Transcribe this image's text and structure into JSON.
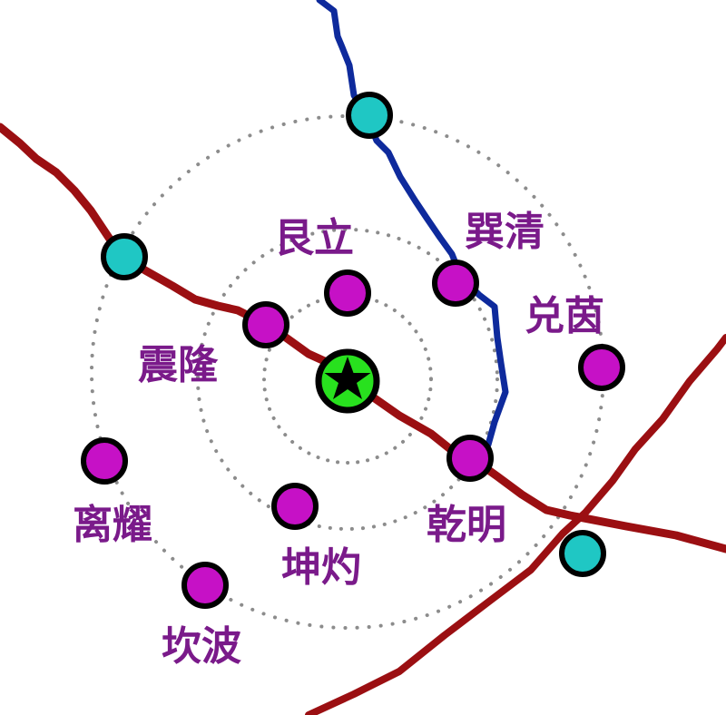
{
  "colors": {
    "background": "#ffffff",
    "rail_red": "#9b0f12",
    "rail_blue": "#0e2a9c",
    "ring_dots": "#8c8c8c",
    "station_purple": "#c611c6",
    "station_cyan": "#1fc7c4",
    "hub_green": "#28e11e",
    "label_purple": "#7a1a8a",
    "outline": "#000000"
  },
  "icons": {
    "hub": "star-icon",
    "stations": "circle-icon",
    "transfer": "circle-icon"
  },
  "labels": {
    "genli": "艮立",
    "xunqing": "巽清",
    "duijun": "兑茵",
    "zhenlong": "震隆",
    "liyao": "离耀",
    "kunzhuo": "坤灼",
    "qianming": "乾明",
    "kanbo": "坎波"
  }
}
